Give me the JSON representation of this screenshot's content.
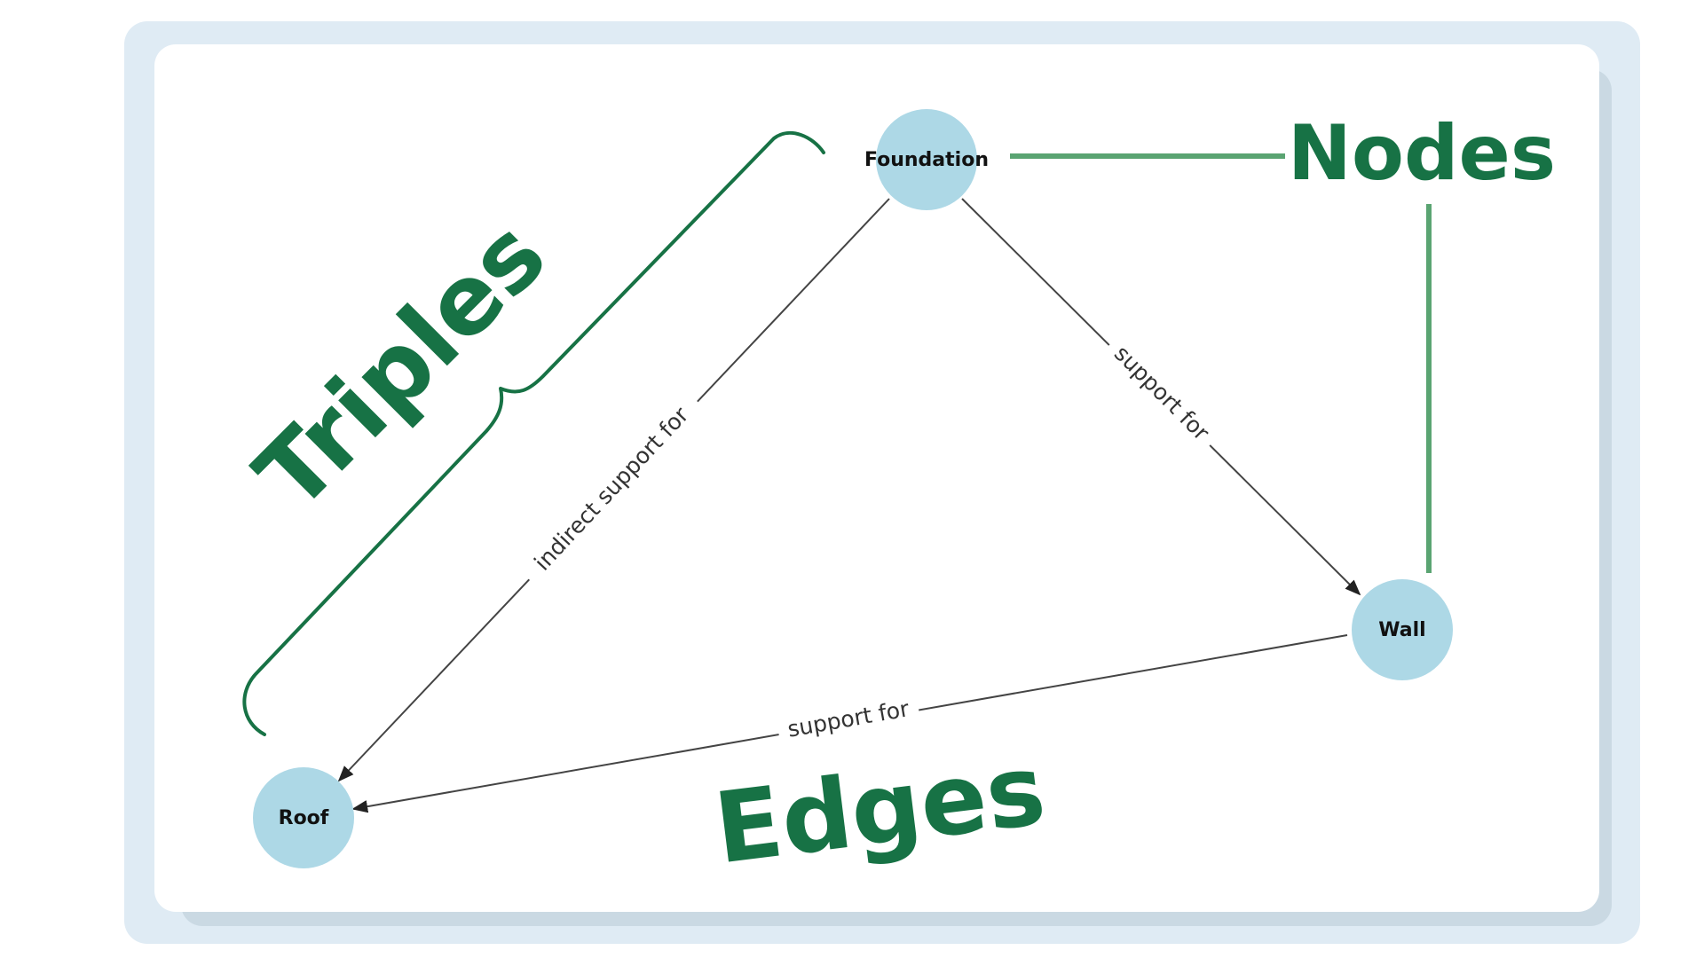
{
  "colors": {
    "frame_outer": "#dfebf4",
    "frame_shadow": "#cad9e3",
    "card": "#ffffff",
    "node_fill": "#add8e6",
    "edge": "#444444",
    "accent": "#177245",
    "accent_line": "#5aa472"
  },
  "nodes": {
    "foundation": "Foundation",
    "wall": "Wall",
    "roof": "Roof"
  },
  "edges": {
    "foundation_wall": "support for",
    "wall_roof": "support for",
    "foundation_roof": "indirect support for"
  },
  "callouts": {
    "nodes": "Nodes",
    "edges": "Edges",
    "triples": "Triples"
  }
}
